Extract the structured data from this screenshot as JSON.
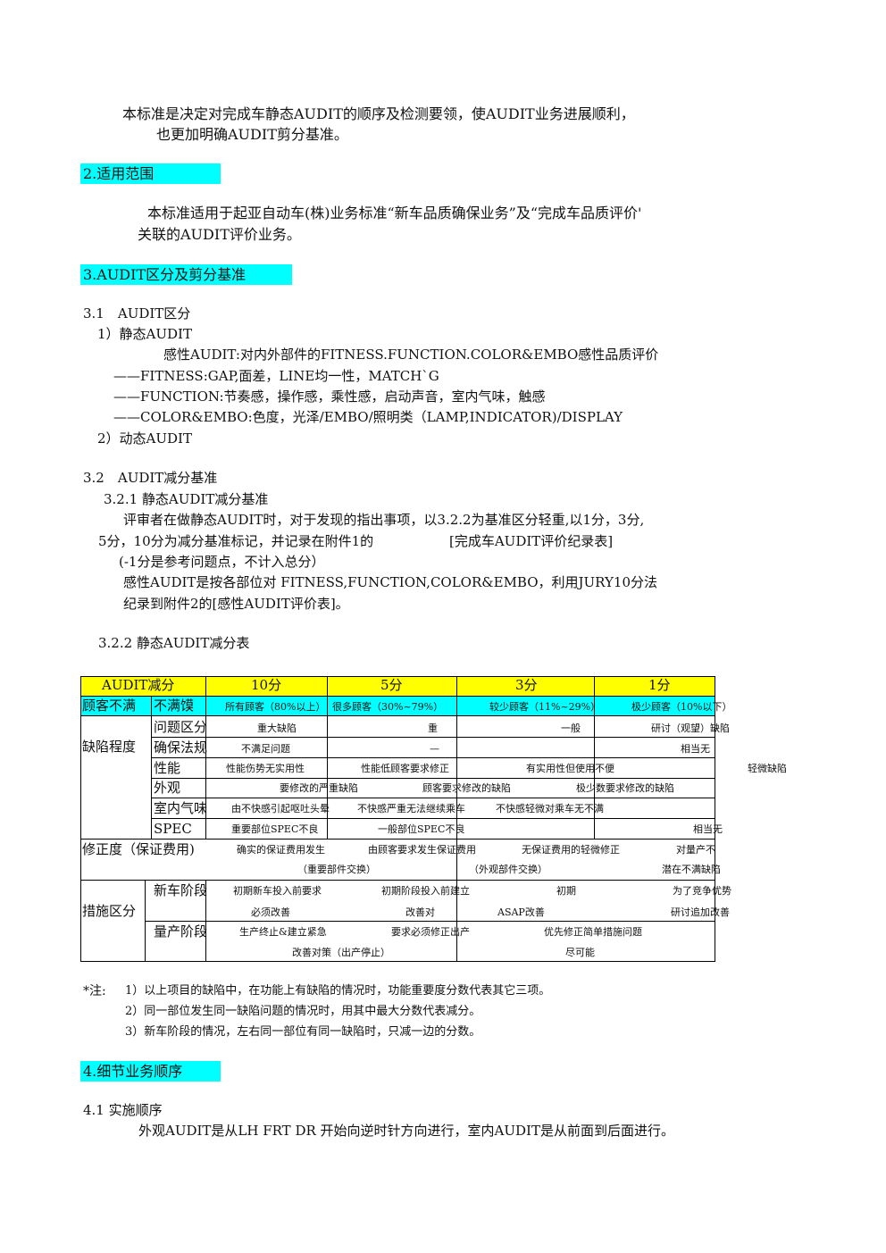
{
  "intro": {
    "line1": "本标准是决定对完成车静态AUDIT的顺序及检测要领，使AUDIT业务进展顺利，",
    "line2": "也更加明确AUDIT剪分基准。"
  },
  "section2": {
    "heading": "2.适用范围",
    "line1": "本标准适用于起亚自动车(株)业务标准“新车品质确保业务”及“完成车品质评价'",
    "line2": "关联的AUDIT评价业务。"
  },
  "section3": {
    "heading": "3.AUDIT区分及剪分基准",
    "s31": "3.1　AUDIT区分",
    "static": "1）静态AUDIT",
    "sense": "感性AUDIT:对内外部件的FITNESS.FUNCTION.COLOR&EMBO感性品质评价",
    "fitness": "——FITNESS:GAP,面差，LINE均一性，MATCH`G",
    "function": "——FUNCTION:节奏感，操作感，乘性感，启动声音，室内气味，触感",
    "color": "——COLOR&EMBO:色度，光泽/EMBO/照明类（LAMP,INDICATOR)/DISPLAY",
    "dynamic": "2）动态AUDIT",
    "s32": "3.2　AUDIT减分基准",
    "s321": "3.2.1  静态AUDIT减分基准",
    "p1": "评审者在做静态AUDIT时，对于发现的指出事项，以3.2.2为基准区分轻重,以1分，3分,",
    "p2a": "5分，10分为减分基准标记，并记录在附件1的",
    "p2b": "[完成车AUDIT评价纪录表]",
    "p3": "(-1分是参考问题点，不计入总分）",
    "p4": "感性AUDIT是按各部位对  FITNESS,FUNCTION,COLOR&EMBO，利用JURY10分法",
    "p5": "纪录到附件2的[感性AUDIT评价表]。",
    "s322": "3.2.2 静态AUDIT减分表"
  },
  "table": {
    "header": [
      "AUDIT减分",
      "10分",
      "5分",
      "3分",
      "1分"
    ],
    "cust": {
      "label1": "顾客不满",
      "label2": "不满馍",
      "c10": "所有顾客（80%以上）",
      "c5": "很多顾客（30%~79%）",
      "c3": "较少顾客（11%~29%）",
      "c1": "极少顾客（10%以下）"
    },
    "defect": {
      "label": "缺陷程度",
      "rows": [
        {
          "sub": "问题区分",
          "c10": "重大缺陷",
          "c5": "重",
          "c3": "一般",
          "c1": "研讨（观望）缺陷"
        },
        {
          "sub": "确保法规",
          "c10": "不满足问题",
          "c5": "—",
          "c3": "",
          "c1": "相当无"
        },
        {
          "sub": "性能",
          "c10": "性能伤势无实用性",
          "c5": "性能低顾客要求修正",
          "c3": "有实用性但使用不便",
          "c1": "轻微缺陷"
        },
        {
          "sub": "外观",
          "c10": "要修改的严重缺陷",
          "c5": "顾客要求修改的缺陷",
          "c3": "极少数要求修改的缺陷",
          "c1": ""
        },
        {
          "sub": "室内气味",
          "c10": "由不快感引起呕吐头晕",
          "c5": "不快感严重无法继续乘车",
          "c3": "不快感轻微对乘车无不满",
          "c1": ""
        },
        {
          "sub": "SPEC",
          "c10": "重要部位SPEC不良",
          "c5": "一般部位SPEC不良",
          "c3": "",
          "c1": "相当无"
        }
      ]
    },
    "repair": {
      "label": "修正度（保证费用)",
      "c10a": "确实的保证费用发生",
      "c10b": "（重要部件交换）",
      "c5a": "由顾客要求发生保证费用",
      "c5b": "（外观部件交换）",
      "c3a": "无保证费用的轻微修正",
      "c1a": "对量产不",
      "c1b": "潜在不满缺陷"
    },
    "measure": {
      "label": "措施区分",
      "newcar": {
        "sub": "新车阶段",
        "c10a": "初期新车投入前要求",
        "c10b": "必须改善",
        "c5a": "初期阶段投入前建立",
        "c5b": "改善对",
        "c3a": "初期",
        "c3b": "ASAP改善",
        "c1a": "为了竞争优势",
        "c1b": "研讨追加改善"
      },
      "mass": {
        "sub": "量产阶段",
        "c10a": "生产终止&建立紧急",
        "c10b": "改善对策（出产停止）",
        "c5a": "要求必须修正出产",
        "c3a": "优先修正简单措施问题",
        "c3b": "尽可能"
      }
    }
  },
  "notes": {
    "lead": "*注:",
    "n1": "1）以上项目的缺陷中，在功能上有缺陷的情况时，功能重要度分数代表其它三项。",
    "n2": "2）同一部位发生同一缺陷问题的情况时，用其中最大分数代表减分。",
    "n3": "3）新车阶段的情况，左右同一部位有同一缺陷时，只减一边的分数。"
  },
  "section4": {
    "heading": "4.细节业务顺序",
    "s41": "4.1  实施顺序",
    "p1": "外观AUDIT是从LH FRT DR 开始向逆时针方向进行，室内AUDIT是从前面到后面进行。"
  },
  "colors": {
    "heading_bg": "#00ffff",
    "table_header_bg": "#ffff00",
    "cust_row_bg": "#00ffff"
  }
}
